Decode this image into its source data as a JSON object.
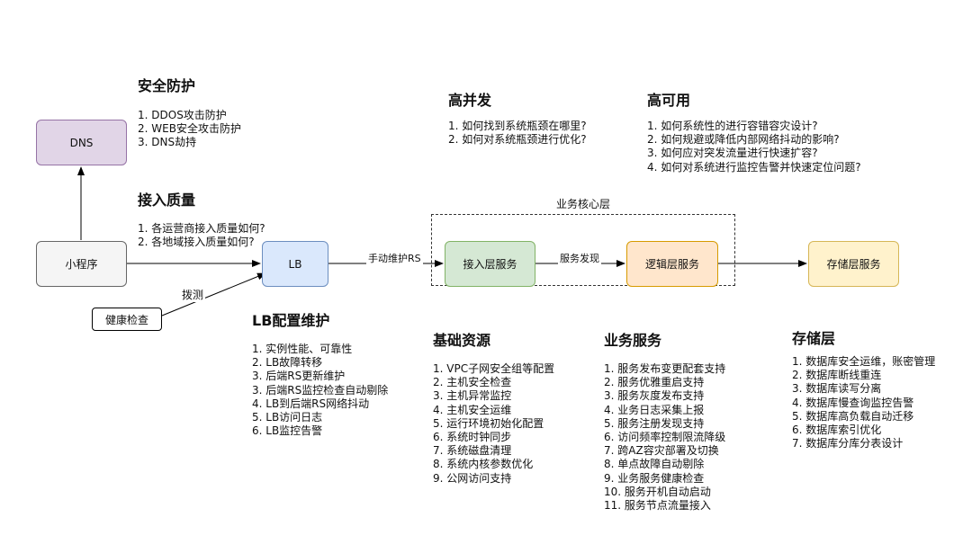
{
  "nodes": {
    "dns": {
      "label": "DNS",
      "fill": "#e1d5e7",
      "stroke": "#9673a6"
    },
    "miniapp": {
      "label": "小程序",
      "fill": "#f5f5f5",
      "stroke": "#666666"
    },
    "lb": {
      "label": "LB",
      "fill": "#dae8fc",
      "stroke": "#6c8ebf"
    },
    "health": {
      "label": "健康检查",
      "fill": "#ffffff",
      "stroke": "#000000"
    },
    "access": {
      "label": "接入层服务",
      "fill": "#d5e8d4",
      "stroke": "#82b366"
    },
    "logic": {
      "label": "逻辑层服务",
      "fill": "#ffe6cc",
      "stroke": "#d79b00"
    },
    "storage": {
      "label": "存储层服务",
      "fill": "#fff2cc",
      "stroke": "#d6b656"
    }
  },
  "edge_labels": {
    "probe": "拨测",
    "manual_rs": "手动维护RS",
    "discovery": "服务发现"
  },
  "core_layer_title": "业务核心层",
  "sections": {
    "security": {
      "title": "安全防护",
      "items": [
        "1. DDOS攻击防护",
        "2. WEB安全攻击防护",
        "3. DNS劫持"
      ]
    },
    "access_quality": {
      "title": "接入质量",
      "items": [
        "1. 各运营商接入质量如何?",
        "2. 各地域接入质量如何?"
      ]
    },
    "concurrency": {
      "title": "高并发",
      "items": [
        "1. 如何找到系统瓶颈在哪里?",
        "2. 如何对系统瓶颈进行优化?"
      ]
    },
    "availability": {
      "title": "高可用",
      "items": [
        "1. 如何系统性的进行容错容灾设计?",
        "2. 如何规避或降低内部网络抖动的影响?",
        "3. 如何应对突发流量进行快速扩容?",
        "4. 如何对系统进行监控告警并快速定位问题?"
      ]
    },
    "lb_config": {
      "title": "LB配置维护",
      "items": [
        "1. 实例性能、可靠性",
        "2. LB故障转移",
        "3. 后端RS更新维护",
        "3. 后端RS监控检查自动剔除",
        "4. LB到后端RS网络抖动",
        "5. LB访问日志",
        "6. LB监控告警"
      ]
    },
    "infra": {
      "title": "基础资源",
      "items": [
        "1. VPC子网安全组等配置",
        "2. 主机安全检查",
        "3. 主机异常监控",
        "4. 主机安全运维",
        "5. 运行环境初始化配置",
        "6. 系统时钟同步",
        "7. 系统磁盘清理",
        "8. 系统内核参数优化",
        "9. 公网访问支持"
      ]
    },
    "biz_service": {
      "title": "业务服务",
      "items": [
        "1. 服务发布变更配套支持",
        "2. 服务优雅重启支持",
        "3. 服务灰度发布支持",
        "4. 业务日志采集上报",
        "5. 服务注册发现支持",
        "6. 访问频率控制限流降级",
        "7. 跨AZ容灾部署及切换",
        "8. 单点故障自动剔除",
        "9. 业务服务健康检查",
        "10. 服务开机自动启动",
        "11. 服务节点流量接入"
      ]
    },
    "storage_layer": {
      "title": "存储层",
      "items": [
        "1. 数据库安全运维，账密管理",
        "2. 数据库断线重连",
        "3. 数据库读写分离",
        "4. 数据库慢查询监控告警",
        "5. 数据库高负载自动迁移",
        "6. 数据库索引优化",
        "7. 数据库分库分表设计"
      ]
    }
  }
}
